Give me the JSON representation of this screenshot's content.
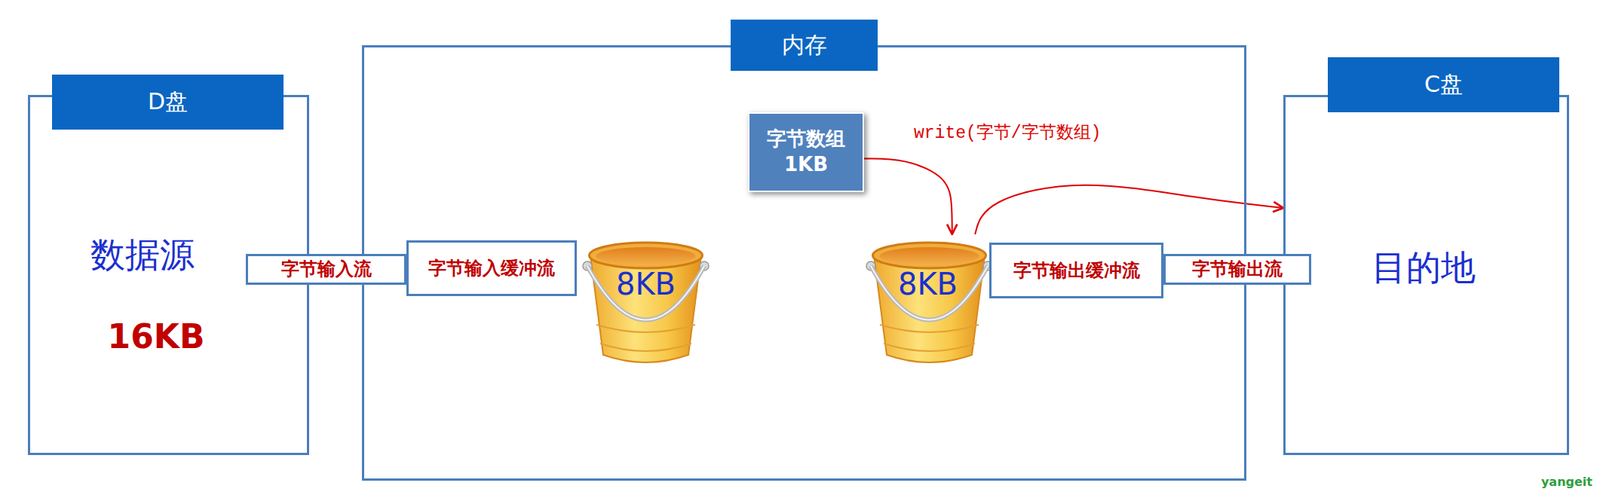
{
  "diagram": {
    "nodes": [
      {
        "text": [
          "D盘",
          "数据源",
          "16KB"
        ]
      },
      {
        "text": [
          "内存"
        ]
      },
      {
        "text": [
          "C盘",
          "目的地"
        ]
      },
      {
        "text": [
          "字节输入流"
        ]
      },
      {
        "text": [
          "字节输入缓冲流"
        ],
        "in": 1
      },
      {
        "text": [
          "8KB"
        ],
        "in": 1
      },
      {
        "text": [
          "字节数组",
          "1KB"
        ],
        "in": 1
      },
      {
        "text": [
          "8KB"
        ],
        "in": 1
      },
      {
        "text": [
          "字节输出缓冲流"
        ],
        "in": 1
      },
      {
        "text": [
          "字节输出流"
        ]
      }
    ],
    "edges": [
      {
        "from": 6,
        "to": 7,
        "arrow": "to",
        "label": "write(字节/字节数组)"
      },
      {
        "from": 7,
        "to": 2,
        "arrow": "to"
      }
    ],
    "labels": [
      "yangeit"
    ]
  }
}
